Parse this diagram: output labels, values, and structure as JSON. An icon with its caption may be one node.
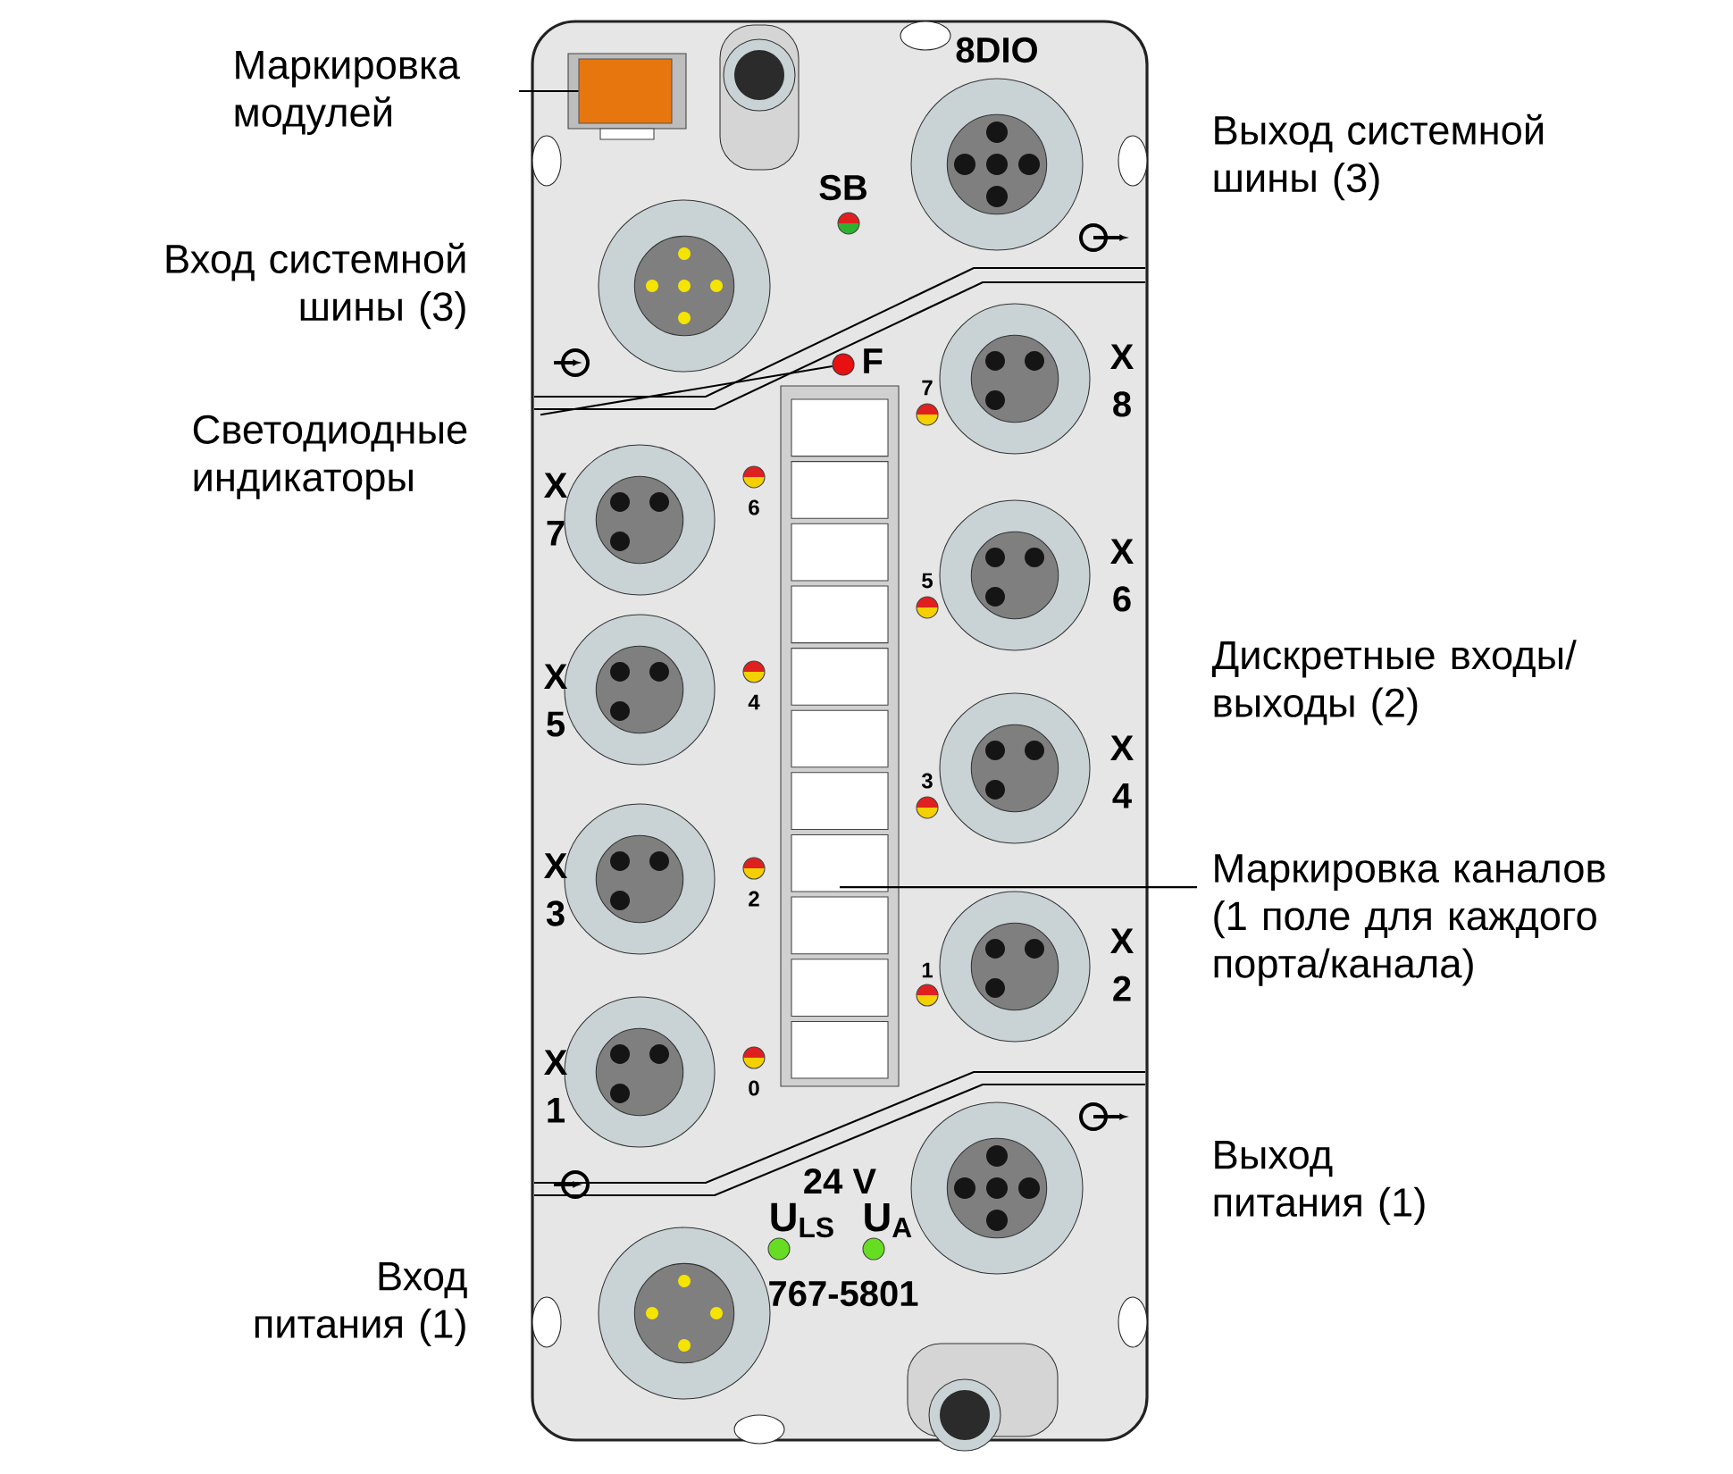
{
  "diagram": {
    "nodes": [
      {
        "text": [
          "Маркировка модулей"
        ]
      },
      {
        "text": [],
        "shape": "box"
      },
      {
        "text": [
          "Светодиодные индикаторы"
        ]
      },
      {
        "text": [],
        "shape": "circle"
      },
      {
        "text": [
          "Маркировка каналов (1 поле для каждого порта/канала)"
        ]
      },
      {
        "text": [],
        "shape": "box"
      }
    ],
    "edges": [
      {
        "from": 0,
        "to": 1,
        "arrow": "none"
      },
      {
        "from": 2,
        "to": 3,
        "arrow": "none"
      },
      {
        "from": 4,
        "to": 5,
        "arrow": "none"
      }
    ],
    "labels": [
      "Вход системной шины (3)",
      "8DIO",
      "Выход системной шины (3)",
      "SB",
      "F",
      "7",
      "X 8",
      "X 7",
      "6",
      "5",
      "X 6",
      "Дискретные входы/ выходы (2)",
      "X 5",
      "4",
      "3",
      "X 4",
      "X 3",
      "2",
      "1",
      "X 2",
      "X 1",
      "0",
      "Выход питания (1)",
      "24 V",
      "U$_{LS}$",
      "U$_{A}$",
      "Вход питания (1)",
      "767-5801"
    ]
  }
}
